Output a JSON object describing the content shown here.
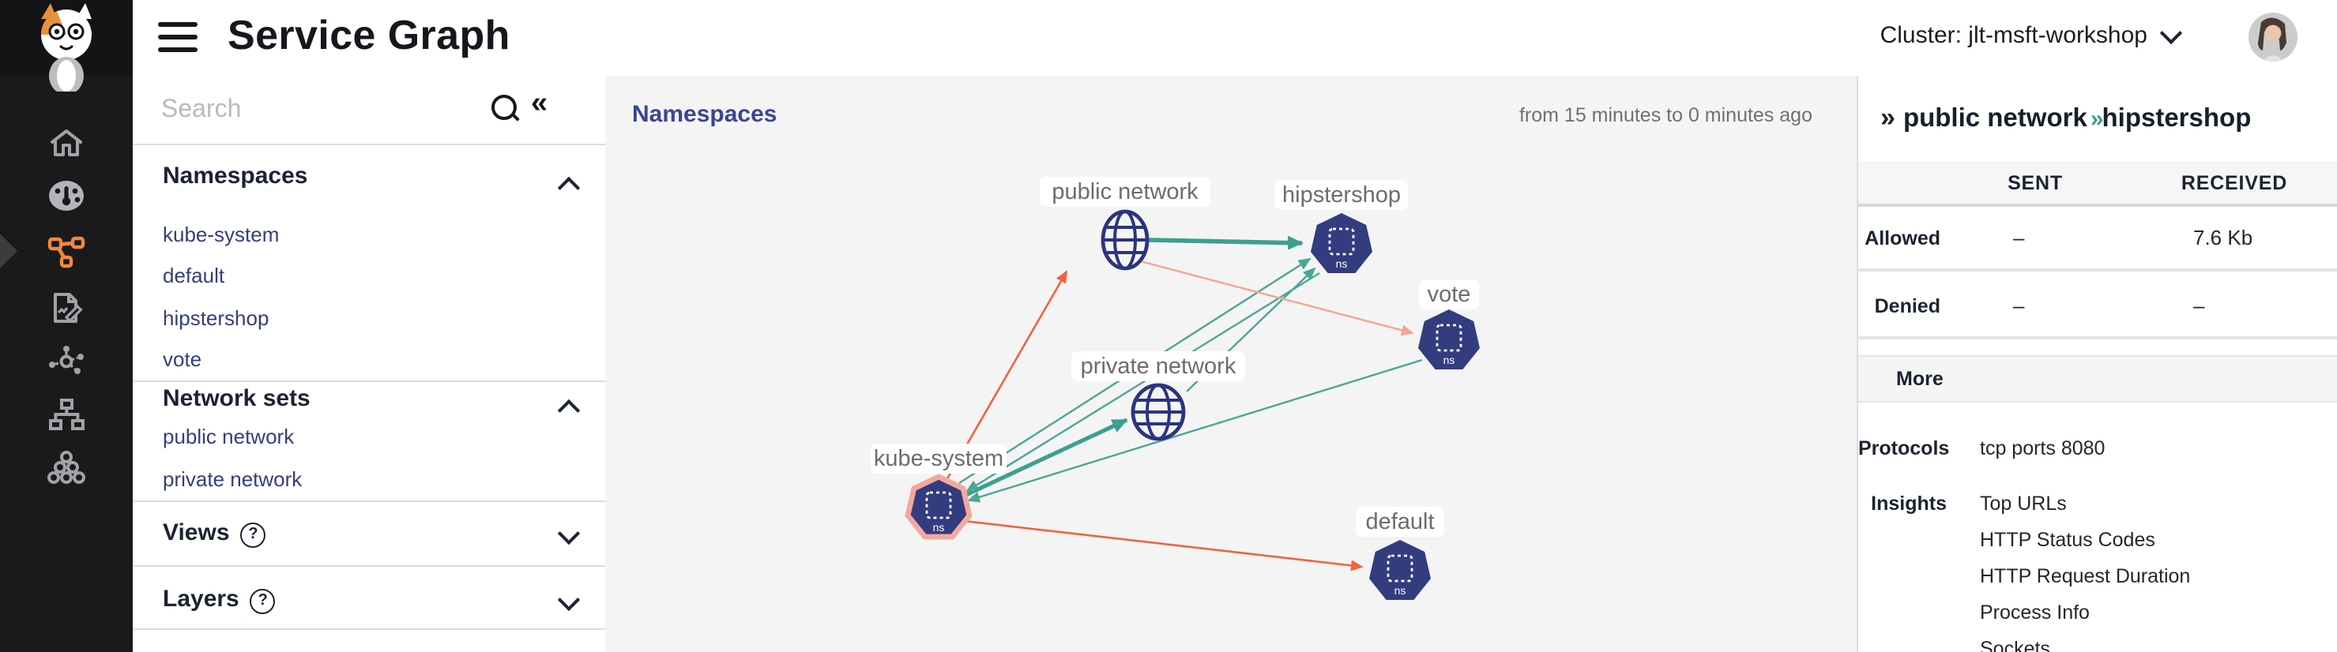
{
  "app": {
    "title": "Service Graph",
    "cluster_selector": "Cluster: jlt-msft-workshop"
  },
  "rail_icons": [
    "home",
    "dashboard",
    "service-graph",
    "reports",
    "network-flows",
    "topology",
    "clusters"
  ],
  "sidebar": {
    "search_placeholder": "Search",
    "namespaces": {
      "label": "Namespaces",
      "items": [
        {
          "label": "kube-system"
        },
        {
          "label": "default"
        },
        {
          "label": "hipstershop"
        },
        {
          "label": "vote"
        }
      ]
    },
    "network_sets": {
      "label": "Network sets",
      "items": [
        {
          "label": "public network"
        },
        {
          "label": "private network"
        }
      ]
    },
    "views": {
      "label": "Views"
    },
    "layers": {
      "label": "Layers"
    }
  },
  "canvas": {
    "view_label": "Namespaces",
    "time_range": "from 15 minutes to 0 minutes ago",
    "node_badge": "ns",
    "nodes": [
      {
        "id": "public-network",
        "label": "public network",
        "type": "network"
      },
      {
        "id": "hipstershop",
        "label": "hipstershop",
        "type": "namespace"
      },
      {
        "id": "vote",
        "label": "vote",
        "type": "namespace"
      },
      {
        "id": "private-network",
        "label": "private network",
        "type": "network"
      },
      {
        "id": "kube-system",
        "label": "kube-system",
        "type": "namespace",
        "highlighted": true
      },
      {
        "id": "default",
        "label": "default",
        "type": "namespace"
      }
    ],
    "edges": [
      {
        "from": "public network",
        "to": "hipstershop",
        "color": "teal",
        "weight": "thick",
        "selected": true
      },
      {
        "from": "kube-system",
        "to": "private network",
        "color": "teal",
        "weight": "thick"
      },
      {
        "from": "private network",
        "to": "hipstershop",
        "color": "teal",
        "weight": "thin"
      },
      {
        "from": "kube-system",
        "to": "hipstershop",
        "color": "teal",
        "weight": "thin"
      },
      {
        "from": "hipstershop",
        "to": "kube-system",
        "color": "teal",
        "weight": "thin"
      },
      {
        "from": "vote",
        "to": "kube-system",
        "color": "teal",
        "weight": "thin"
      },
      {
        "from": "kube-system",
        "to": "public network",
        "color": "orange",
        "weight": "thin"
      },
      {
        "from": "public network",
        "to": "vote",
        "color": "salmon",
        "weight": "thin"
      },
      {
        "from": "kube-system",
        "to": "default",
        "color": "orange",
        "weight": "thin"
      }
    ]
  },
  "panel": {
    "collapse_icon": "»",
    "title_left": "public network",
    "title_sep": "»",
    "title_right": "hipstershop",
    "table": {
      "columns": [
        "SENT",
        "RECEIVED"
      ],
      "rows": [
        {
          "label": "Allowed",
          "sent": "–",
          "received": "7.6 Kb"
        },
        {
          "label": "Denied",
          "sent": "–",
          "received": "–"
        }
      ]
    },
    "more_label": "More",
    "protocols_label": "Protocols",
    "protocols_value": "tcp ports 8080",
    "insights_label": "Insights",
    "insights": [
      {
        "label": "Top URLs"
      },
      {
        "label": "HTTP Status Codes"
      },
      {
        "label": "HTTP Request Duration"
      },
      {
        "label": "Process Info"
      },
      {
        "label": "Sockets"
      }
    ]
  },
  "colors": {
    "accent_orange": "#f0883a",
    "edge_teal": "#3aa08f",
    "edge_orange": "#f2633c",
    "edge_salmon": "#f5a58c",
    "node_navy": "#333c7e",
    "link_indigo": "#343e7d"
  }
}
